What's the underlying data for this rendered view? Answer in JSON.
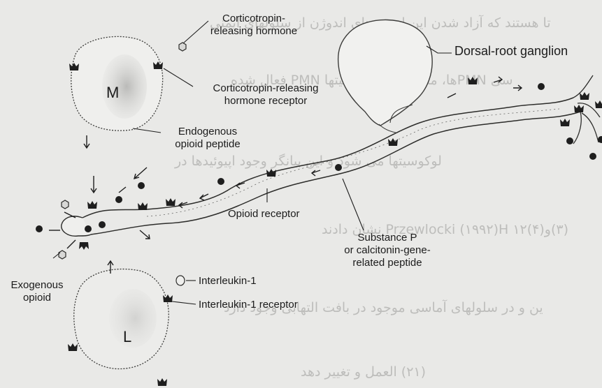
{
  "diagram": {
    "cells": {
      "macrophage_letter": "M",
      "lymphocyte_letter": "L"
    },
    "labels": {
      "crh": [
        "Corticotropin-",
        "releasing hormone"
      ],
      "drg": [
        "Dorsal-root ganglion"
      ],
      "crh_receptor": [
        "Corticotropin-releasing",
        "hormone receptor"
      ],
      "endogenous_opioid": [
        "Endogenous",
        "opioid peptide"
      ],
      "opioid_receptor": [
        "Opioid receptor"
      ],
      "substance_p": [
        "Substance P",
        "or calcitonin-gene-",
        "related peptide"
      ],
      "exogenous_opioid": [
        "Exogenous",
        "opioid"
      ],
      "interleukin": [
        "Interleukin-1"
      ],
      "interleukin_receptor": [
        "Interleukin-1 receptor"
      ]
    },
    "show_through_text": [
      "تا هستند که آزاد شدن این اپیوئیدهای اندوژن از سلولهای ایمنی",
      "سی PMNها، منوسیتها و لنفوسیتها PMN فعال شده",
      "لوکوسیتها می شود و این بیانگر وجود اپیوئیدها در",
      "(۳)و(۴)۱۲ Przewlocki (۱۹۹۲)H نشان دادند",
      "ین و در سلولهای آماسی موجود در بافت التهابی وجود دارد",
      "(۲۱) العمل و تغییر دهد"
    ]
  }
}
